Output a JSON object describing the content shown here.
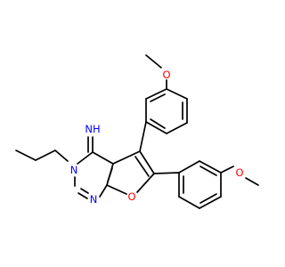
{
  "molecule": {
    "colors": {
      "bond": "#000000",
      "oxygen": "#ff0000",
      "nitrogen": "#0000ff",
      "background": "#ffffff"
    },
    "atoms": {
      "o_top": "O",
      "o_right": "O",
      "imine_nh": "NH",
      "ring_n3": "N",
      "ring_n1": "N",
      "furan_o": "O"
    }
  }
}
